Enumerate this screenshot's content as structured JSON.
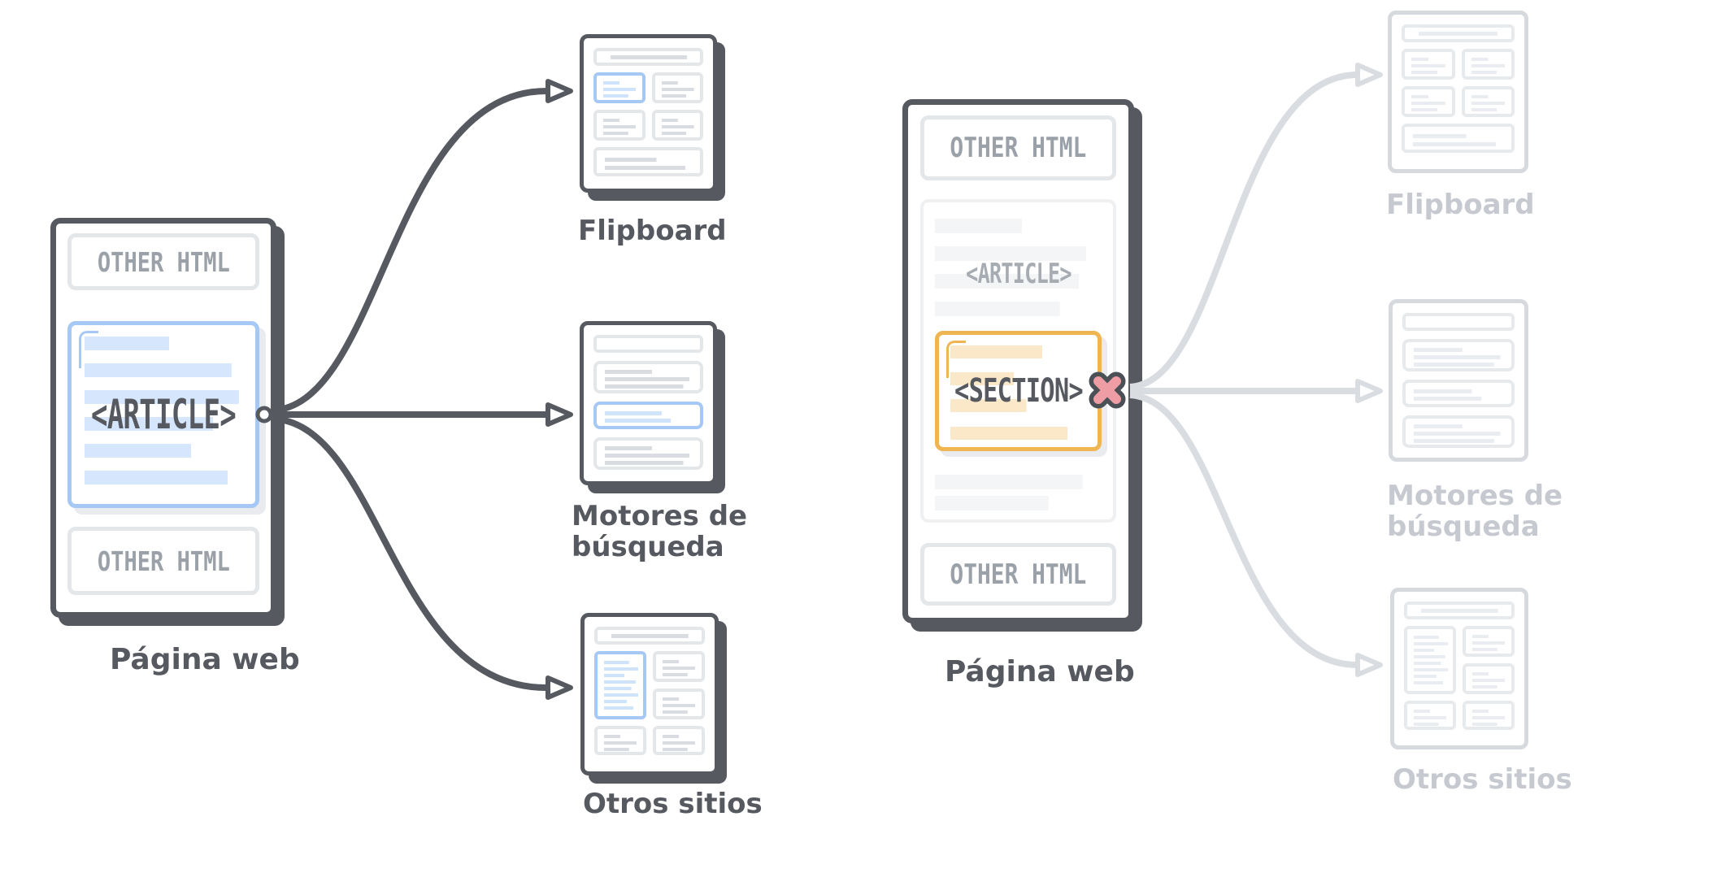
{
  "left_diagram": {
    "page_label": "Página web",
    "other_html_top": "OTHER HTML",
    "other_html_bottom": "OTHER HTML",
    "article_tag": "<ARTICLE>",
    "connector_icon": "circle-dot",
    "targets": {
      "flipboard": {
        "label": "Flipboard"
      },
      "search_engines": {
        "label": "Motores de búsqueda"
      },
      "other_sites": {
        "label": "Otros sitios"
      }
    }
  },
  "right_diagram": {
    "page_label": "Página web",
    "other_html_top": "OTHER HTML",
    "other_html_bottom": "OTHER HTML",
    "article_tag": "<ARTICLE>",
    "section_tag": "<SECTION>",
    "blocked_icon": "x-cross",
    "targets": {
      "flipboard": {
        "label": "Flipboard"
      },
      "search_engines": {
        "label": "Motores de búsqueda"
      },
      "other_sites": {
        "label": "Otros sitios"
      }
    }
  },
  "colors": {
    "dark": "#565a60",
    "muted_text": "#9ba1a9",
    "dim_text": "#c6cad0",
    "box_border": "#e4e7ea",
    "line_gray": "#d9dce0",
    "line_faint": "#f3f5f7",
    "blue_accent": "#a5c8f4",
    "blue_line": "#d6e6fc",
    "blue_line_light": "#cfe3fb",
    "orange_accent": "#efb553",
    "cream_line": "#fbe8c9",
    "pink_x": "#ef9da4",
    "x_outline": "#4b5056",
    "dim_border": "#d6d9dd",
    "dim_line": "#e9ecf0",
    "arrow_dim": "#d9dce0",
    "shadow_light": "#e9ebee",
    "faint_border": "#eef0f2"
  },
  "icons": {
    "connector": "circle-dot",
    "blocked": "x-cross",
    "arrowhead": "open-triangle"
  }
}
